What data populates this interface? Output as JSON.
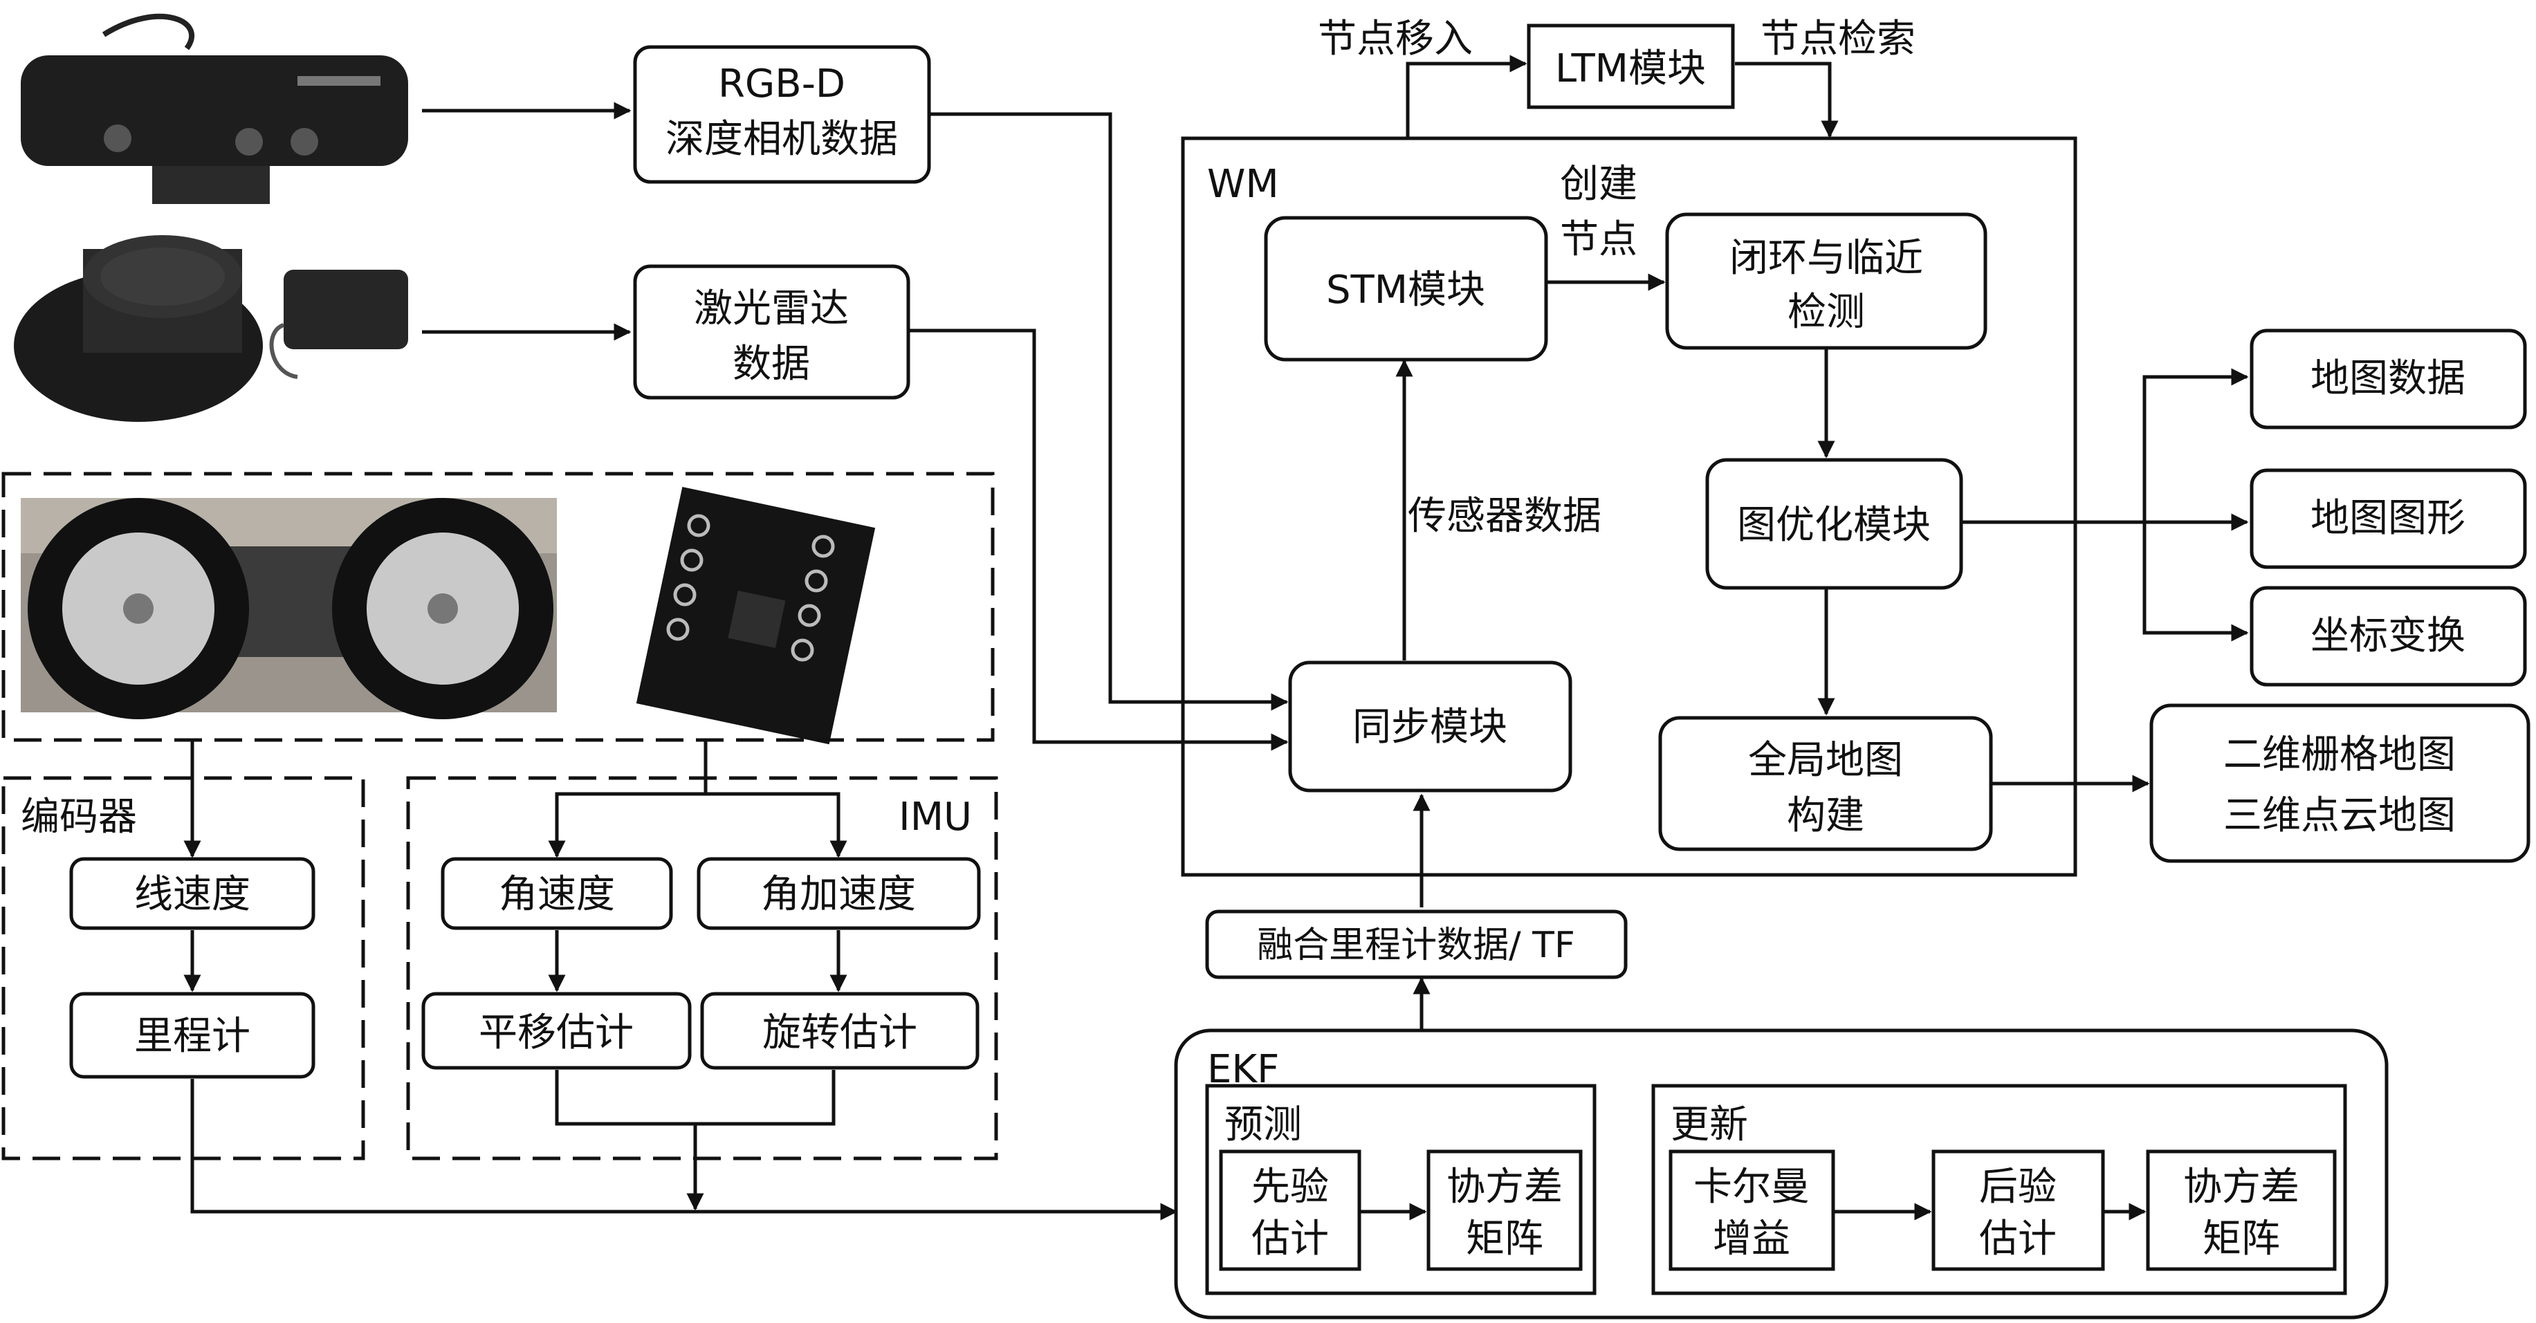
{
  "nodes": {
    "rgbd": {
      "line1": "RGB-D",
      "line2": "深度相机数据"
    },
    "lidar": {
      "line1": "激光雷达",
      "line2": "数据"
    },
    "ltm": "LTM模块",
    "stm": "STM模块",
    "loop": {
      "line1": "闭环与临近",
      "line2": "检测"
    },
    "graph_opt": "图优化模块",
    "global_map": {
      "line1": "全局地图",
      "line2": "构建"
    },
    "sync": "同步模块",
    "fusion": "融合里程计数据/ TF",
    "map_data": "地图数据",
    "map_graph": "地图图形",
    "coord_tf": "坐标变换",
    "out_maps": {
      "line1": "二维栅格地图",
      "line2": "三维点云地图"
    },
    "lin_vel": "线速度",
    "odometer": "里程计",
    "ang_vel": "角速度",
    "ang_acc": "角加速度",
    "trans_est": "平移估计",
    "rot_est": "旋转估计",
    "prior_est": {
      "line1": "先验",
      "line2": "估计"
    },
    "cov1": {
      "line1": "协方差",
      "line2": "矩阵"
    },
    "kalman_gain": {
      "line1": "卡尔曼",
      "line2": "增益"
    },
    "post_est": {
      "line1": "后验",
      "line2": "估计"
    },
    "cov2": {
      "line1": "协方差",
      "line2": "矩阵"
    }
  },
  "groups": {
    "wm": "WM",
    "ekf": "EKF",
    "predict": "预测",
    "update": "更新",
    "encoder": "编码器",
    "imu": "IMU"
  },
  "edge_labels": {
    "node_in": "节点移入",
    "node_search": "节点检索",
    "create_node": {
      "line1": "创建",
      "line2": "节点"
    },
    "sensor_data": "传感器数据"
  },
  "icons": {
    "depth_camera": "depth-camera-icon",
    "lidar": "lidar-sensor-icon",
    "wheels": "wheel-chassis-icon",
    "imu_board": "imu-board-icon"
  },
  "colors": {
    "stroke": "#111111",
    "background": "#ffffff"
  }
}
